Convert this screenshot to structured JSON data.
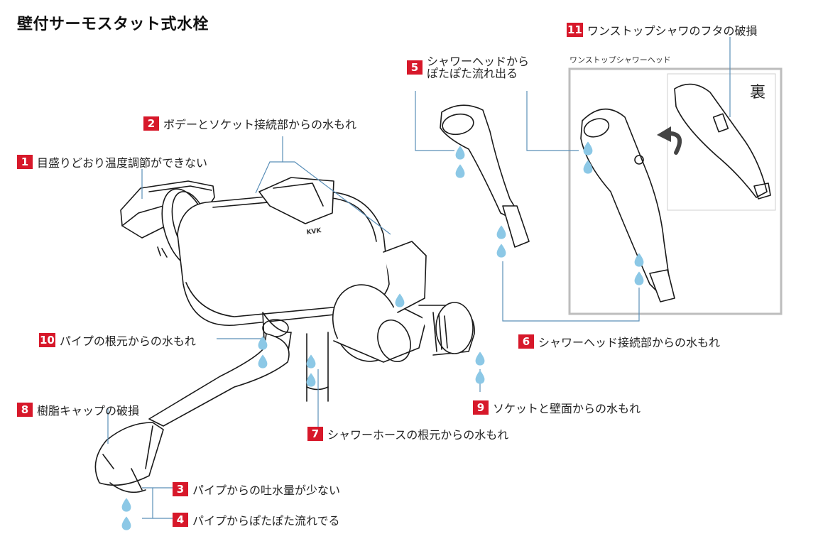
{
  "title": "壁付サーモスタット式水栓",
  "callouts": [
    {
      "num": "1",
      "label": "目盛りどおり温度調節ができない"
    },
    {
      "num": "2",
      "label": "ボデーとソケット接続部からの水もれ"
    },
    {
      "num": "3",
      "label": "パイプからの吐水量が少ない"
    },
    {
      "num": "4",
      "label": "パイプからぽたぽた流れでる"
    },
    {
      "num": "5",
      "label": "シャワーヘッドから\nぽたぽた流れ出る"
    },
    {
      "num": "6",
      "label": "シャワーヘッド接続部からの水もれ"
    },
    {
      "num": "7",
      "label": "シャワーホースの根元からの水もれ"
    },
    {
      "num": "8",
      "label": "樹脂キャップの破損"
    },
    {
      "num": "9",
      "label": "ソケットと壁面からの水もれ"
    },
    {
      "num": "10",
      "label": "パイプの根元からの水もれ"
    },
    {
      "num": "11",
      "label": "ワンストップシャワのフタの破損"
    }
  ],
  "inset": {
    "caption": "ワンストップシャワーヘッド",
    "back_label": "裏"
  },
  "brand_mark": "KVK",
  "colors": {
    "badge": "#d7182a",
    "drop": "#8cc8e6",
    "leader": "#5a8fb8",
    "inset_border": "#bdbdbd"
  }
}
